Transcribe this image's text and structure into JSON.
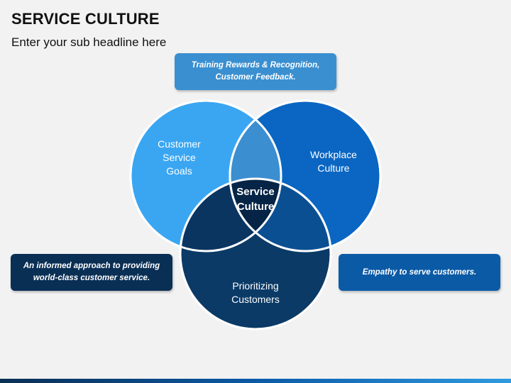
{
  "header": {
    "title": "SERVICE CULTURE",
    "subtitle": "Enter your sub headline here"
  },
  "venn": {
    "circles": [
      {
        "label": "Customer\nService\nGoals",
        "color": "#3aa6f2"
      },
      {
        "label": "Workplace\nCulture",
        "color": "#0a66c2"
      },
      {
        "label": "Prioritizing\nCustomers",
        "color": "#0b3a66"
      }
    ],
    "center_label": "Service\nCulture",
    "overlap_colors": {
      "top": "#3b8ed0",
      "left": "#0a3560",
      "right": "#0a4f92",
      "center": "#062445"
    }
  },
  "callouts": {
    "top": "Training Rewards & Recognition,\nCustomer Feedback.",
    "left": "An informed approach to providing\nworld-class customer service.",
    "right": "Empathy to serve customers."
  },
  "colors": {
    "callout_top": "#3a8fd0",
    "callout_left": "#0a2f55",
    "callout_right": "#0b5aa6"
  }
}
